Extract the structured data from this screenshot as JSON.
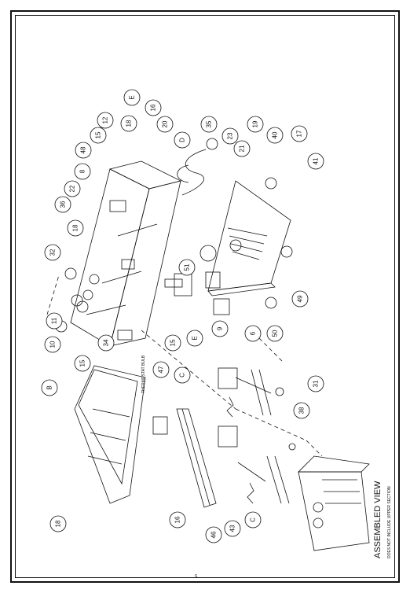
{
  "title": "ASSEMBLED VIEW",
  "subtitle": "DOES NOT INCLUDE UPPER SECTION",
  "part_note": "THERMOSTAT BULB",
  "page_mark": "5",
  "callouts": [
    "E",
    "16",
    "12",
    "18",
    "20",
    "D",
    "35",
    "15",
    "48",
    "8",
    "22",
    "36",
    "18",
    "32",
    "23",
    "19",
    "40",
    "17",
    "41",
    "21",
    "51",
    "11",
    "10",
    "34",
    "15",
    "9",
    "E",
    "15",
    "6",
    "50",
    "49",
    "B",
    "47",
    "C",
    "31",
    "38",
    "18",
    "16",
    "46",
    "43",
    "C"
  ]
}
